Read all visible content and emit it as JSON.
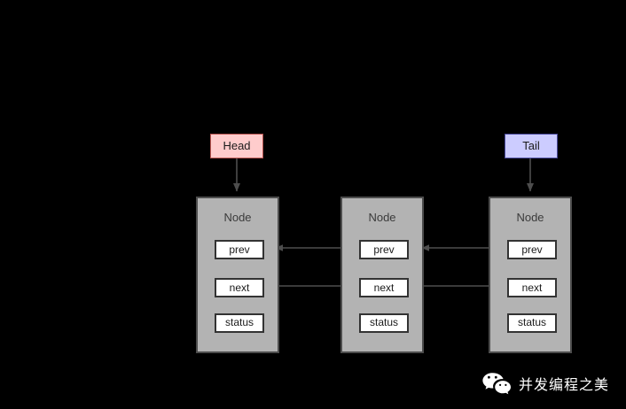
{
  "diagram": {
    "title": "doubly linked list node diagram",
    "background_color": "#000000",
    "pointers": [
      {
        "id": "head",
        "label": "Head",
        "fill": "#ffcccc",
        "stroke": "#b85450"
      },
      {
        "id": "tail",
        "label": "Tail",
        "fill": "#ccccff",
        "stroke": "#4a4a9c"
      }
    ],
    "nodes": [
      {
        "id": "node-1",
        "title": "Node",
        "fields": [
          {
            "id": "prev",
            "label": "prev"
          },
          {
            "id": "next",
            "label": "next"
          },
          {
            "id": "status",
            "label": "status"
          }
        ]
      },
      {
        "id": "node-2",
        "title": "Node",
        "fields": [
          {
            "id": "prev",
            "label": "prev"
          },
          {
            "id": "next",
            "label": "next"
          },
          {
            "id": "status",
            "label": "status"
          }
        ]
      },
      {
        "id": "node-3",
        "title": "Node",
        "fields": [
          {
            "id": "prev",
            "label": "prev"
          },
          {
            "id": "next",
            "label": "next"
          },
          {
            "id": "status",
            "label": "status"
          }
        ]
      }
    ],
    "node_fill": "#b3b3b3",
    "node_stroke": "#4d4d4d",
    "field_fill": "#ffffff",
    "field_stroke": "#333333",
    "connector_color": "#4d4d4d"
  },
  "watermark": {
    "icon": "wechat-icon",
    "text": "并发编程之美",
    "color": "#ffffff"
  }
}
